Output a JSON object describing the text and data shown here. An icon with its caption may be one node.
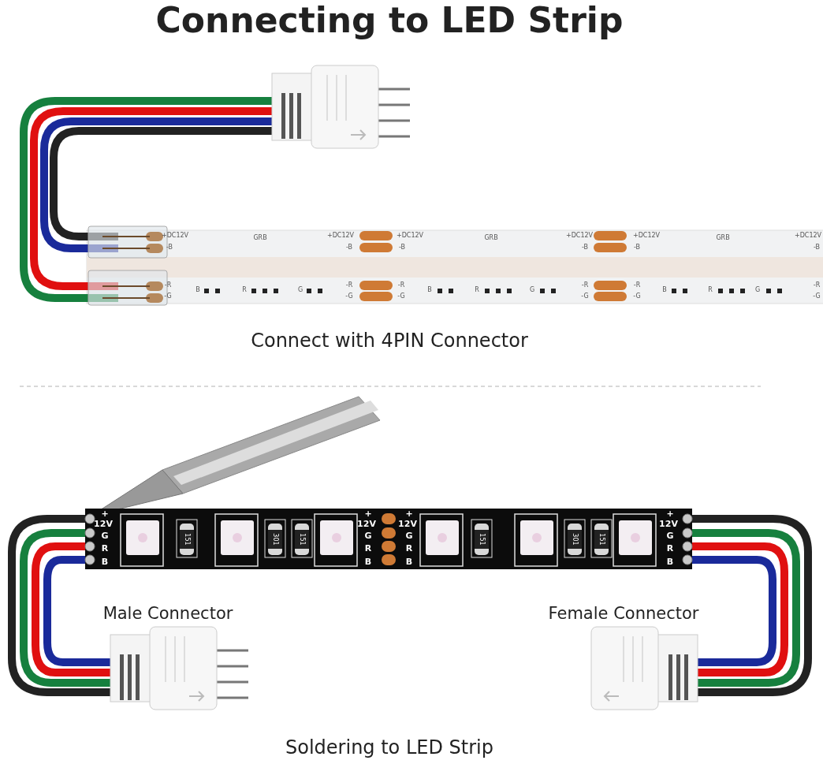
{
  "diagram": {
    "title": "Connecting to LED Strip",
    "labels": [
      "Connect with 4PIN Connector",
      "Male Connector",
      "Female Connector",
      "Soldering to LED Strip",
      "+DC12V",
      "GRB",
      "+DC12V",
      "+DC12V",
      "GRB",
      "+DC12V",
      "+DC12V",
      "GRB",
      "+DC12V",
      "-B",
      "-B",
      "-B",
      "-B",
      "-B",
      "-B",
      "-R",
      "B",
      "R",
      "G",
      "-R",
      "-R",
      "B",
      "R",
      "G",
      "-R",
      "-R",
      "B",
      "R",
      "G",
      "-R",
      "-G",
      "-G",
      "-G",
      "-G",
      "-G",
      "-G",
      "+",
      "12V",
      "G",
      "R",
      "B",
      "+",
      "12V",
      "G",
      "R",
      "B",
      "+",
      "12V",
      "G",
      "R",
      "B",
      "+",
      "12V",
      "G",
      "R",
      "B",
      "151",
      "301",
      "151",
      "151",
      "301",
      "151"
    ]
  }
}
